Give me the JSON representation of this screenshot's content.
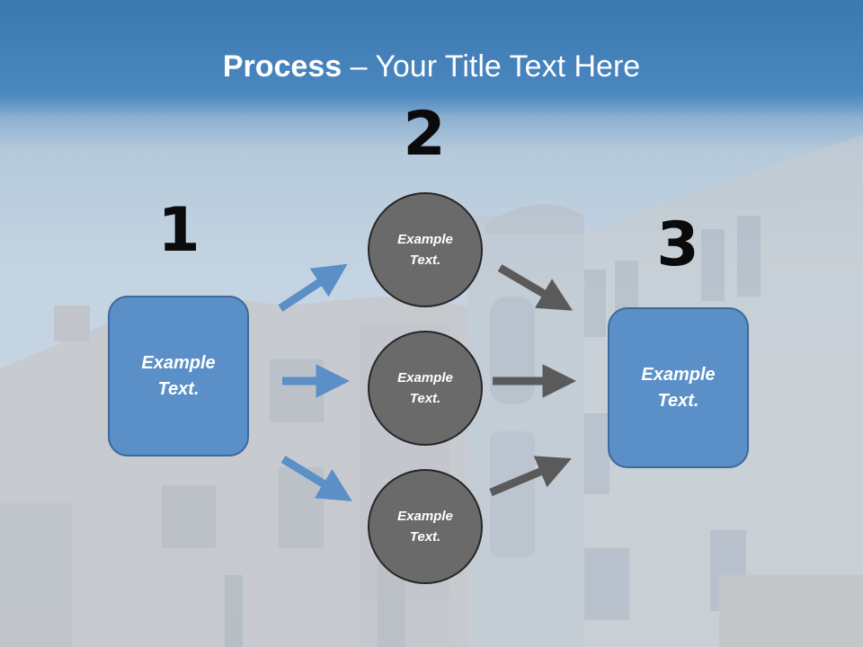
{
  "title": {
    "bold": "Process",
    "rest": " – Your Title Text Here"
  },
  "steps": [
    {
      "number": "1"
    },
    {
      "number": "2"
    },
    {
      "number": "3"
    }
  ],
  "left_box": {
    "text_line1": "Example",
    "text_line2": "Text."
  },
  "circles": [
    {
      "text_line1": "Example",
      "text_line2": "Text."
    },
    {
      "text_line1": "Example",
      "text_line2": "Text."
    },
    {
      "text_line1": "Example",
      "text_line2": "Text."
    }
  ],
  "right_box": {
    "text_line1": "Example",
    "text_line2": "Text."
  },
  "colors": {
    "header_blue": "#3f7fb7",
    "box_fill": "#5b8fc7",
    "circle_fill": "#6a6a6a",
    "blue_arrow": "#5b8fc7",
    "gray_arrow": "#5a5a5a"
  }
}
